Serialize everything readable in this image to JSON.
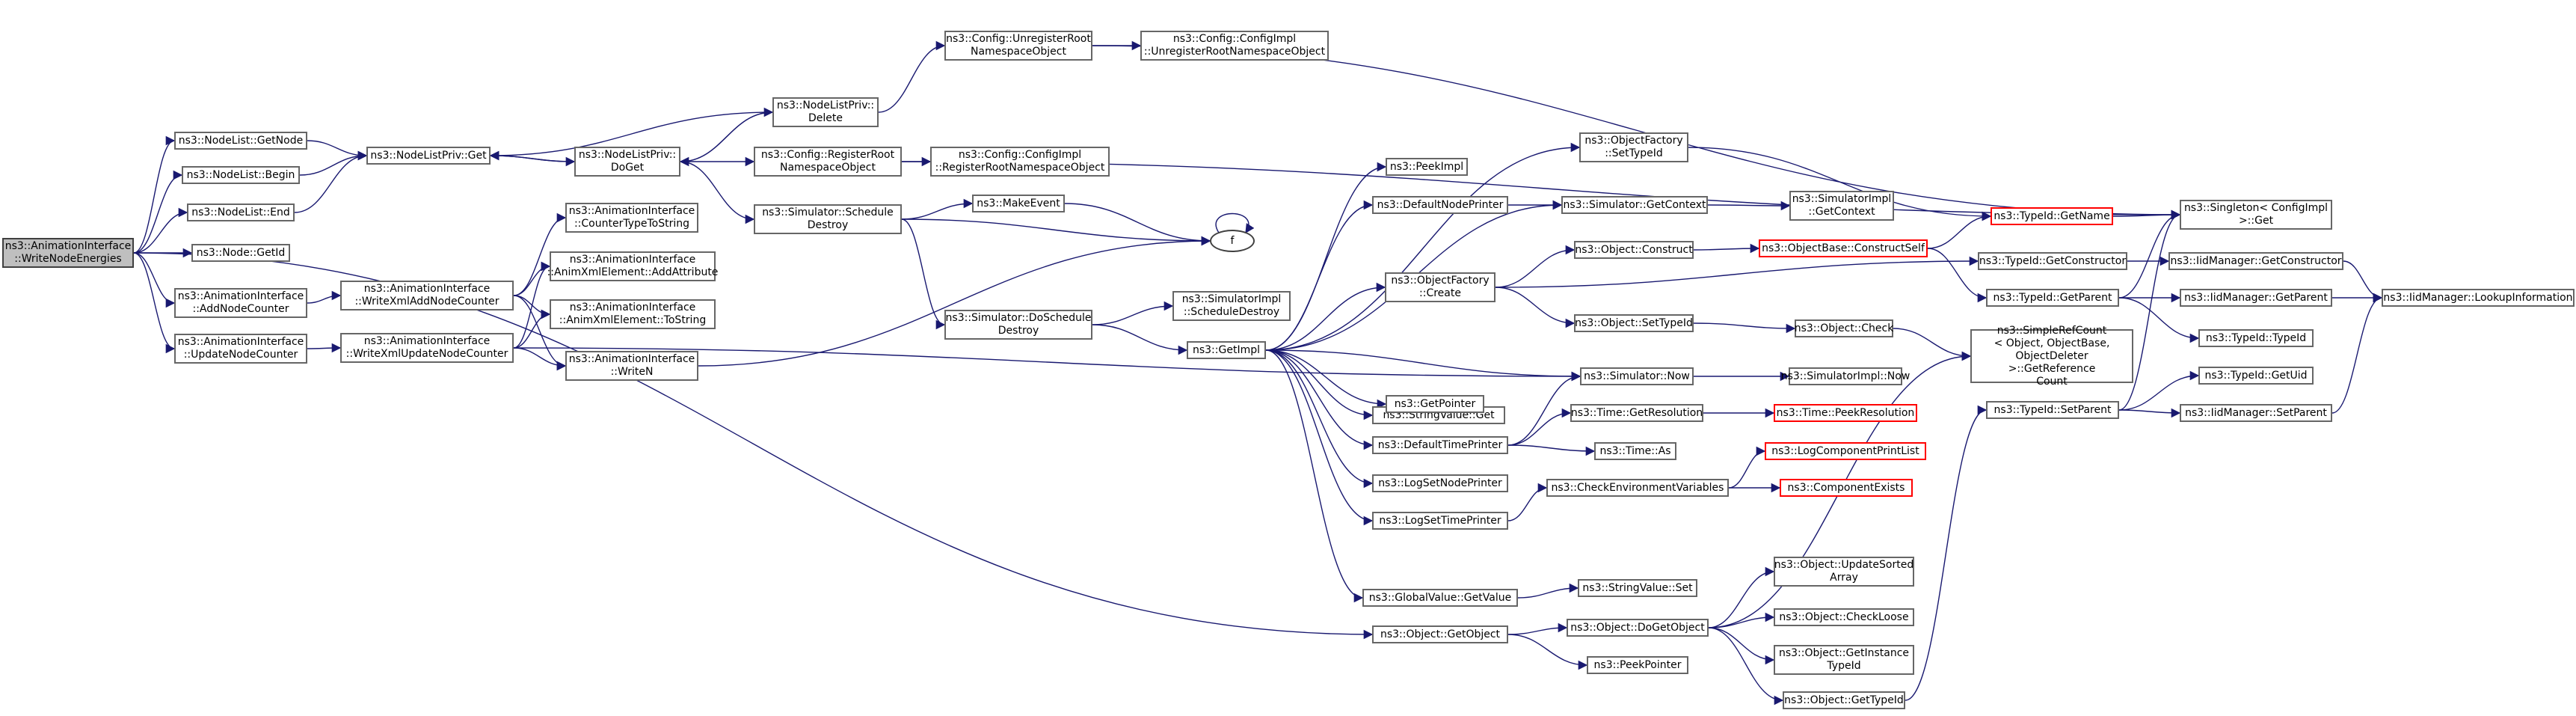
{
  "colors": {
    "edge": "#191970",
    "border": "#666666",
    "root_fill": "#bfbfbf",
    "truncated_border": "#ff0000"
  },
  "nodes": [
    {
      "id": "root",
      "label": "ns3::AnimationInterface\n::WriteNodeEnergies",
      "style": "root"
    },
    {
      "id": "nl_getnode",
      "label": "ns3::NodeList::GetNode"
    },
    {
      "id": "nl_begin",
      "label": "ns3::NodeList::Begin"
    },
    {
      "id": "nl_end",
      "label": "ns3::NodeList::End"
    },
    {
      "id": "node_getid",
      "label": "ns3::Node::GetId"
    },
    {
      "id": "ai_addnode",
      "label": "ns3::AnimationInterface\n::AddNodeCounter"
    },
    {
      "id": "ai_updatenode",
      "label": "ns3::AnimationInterface\n::UpdateNodeCounter"
    },
    {
      "id": "nlp_get",
      "label": "ns3::NodeListPriv::Get"
    },
    {
      "id": "ai_wxaddnode",
      "label": "ns3::AnimationInterface\n::WriteXmlAddNodeCounter"
    },
    {
      "id": "ai_wxupdatenode",
      "label": "ns3::AnimationInterface\n::WriteXmlUpdateNodeCounter"
    },
    {
      "id": "nlp_doget",
      "label": "ns3::NodeListPriv::\nDoGet"
    },
    {
      "id": "nlp_delete",
      "label": "ns3::NodeListPriv::\nDelete"
    },
    {
      "id": "ai_countertype",
      "label": "ns3::AnimationInterface\n::CounterTypeToString"
    },
    {
      "id": "ai_addattr",
      "label": "ns3::AnimationInterface\n::AnimXmlElement::AddAttribute"
    },
    {
      "id": "ai_tostring",
      "label": "ns3::AnimationInterface\n::AnimXmlElement::ToString"
    },
    {
      "id": "ai_writen",
      "label": "ns3::AnimationInterface\n::WriteN"
    },
    {
      "id": "cfg_unreg",
      "label": "ns3::Config::UnregisterRoot\nNamespaceObject"
    },
    {
      "id": "cfg_reg",
      "label": "ns3::Config::RegisterRoot\nNamespaceObject"
    },
    {
      "id": "sim_schedule",
      "label": "ns3::Simulator::Schedule\nDestroy"
    },
    {
      "id": "sim_doschedule",
      "label": "ns3::Simulator::DoSchedule\nDestroy"
    },
    {
      "id": "cfgimpl_unreg",
      "label": "ns3::Config::ConfigImpl\n::UnregisterRootNamespaceObject"
    },
    {
      "id": "cfgimpl_reg",
      "label": "ns3::Config::ConfigImpl\n::RegisterRootNamespaceObject"
    },
    {
      "id": "makeevent",
      "label": "ns3::MakeEvent"
    },
    {
      "id": "f",
      "label": "f",
      "style": "ellipse"
    },
    {
      "id": "simimpl_schedule",
      "label": "ns3::SimulatorImpl\n::ScheduleDestroy"
    },
    {
      "id": "getimpl",
      "label": "ns3::GetImpl"
    },
    {
      "id": "peekimpl",
      "label": "ns3::PeekImpl"
    },
    {
      "id": "defnodeprinter",
      "label": "ns3::DefaultNodePrinter"
    },
    {
      "id": "objfactory_create",
      "label": "ns3::ObjectFactory\n::Create"
    },
    {
      "id": "objfactory_settypeid",
      "label": "ns3::ObjectFactory\n::SetTypeId"
    },
    {
      "id": "stringvalue_get",
      "label": "ns3::StringValue::Get"
    },
    {
      "id": "getpointer",
      "label": "ns3::GetPointer"
    },
    {
      "id": "deftimeprinter",
      "label": "ns3::DefaultTimePrinter"
    },
    {
      "id": "logsetnodeprinter",
      "label": "ns3::LogSetNodePrinter"
    },
    {
      "id": "logsettimeprinter",
      "label": "ns3::LogSetTimePrinter"
    },
    {
      "id": "globalvalue_getvalue",
      "label": "ns3::GlobalValue::GetValue"
    },
    {
      "id": "obj_getobject",
      "label": "ns3::Object::GetObject"
    },
    {
      "id": "sim_getcontext",
      "label": "ns3::Simulator::GetContext"
    },
    {
      "id": "obj_construct",
      "label": "ns3::Object::Construct"
    },
    {
      "id": "obj_settypeid",
      "label": "ns3::Object::SetTypeId"
    },
    {
      "id": "sim_now",
      "label": "ns3::Simulator::Now"
    },
    {
      "id": "time_getres",
      "label": "ns3::Time::GetResolution"
    },
    {
      "id": "time_as",
      "label": "ns3::Time::As"
    },
    {
      "id": "checkenv",
      "label": "ns3::CheckEnvironmentVariables"
    },
    {
      "id": "stringvalue_set",
      "label": "ns3::StringValue::Set"
    },
    {
      "id": "obj_dogetobject",
      "label": "ns3::Object::DoGetObject"
    },
    {
      "id": "peekpointer",
      "label": "ns3::PeekPointer"
    },
    {
      "id": "simimpl_getcontext",
      "label": "ns3::SimulatorImpl\n::GetContext"
    },
    {
      "id": "objbase_constructself",
      "label": "ns3::ObjectBase::ConstructSelf",
      "style": "red"
    },
    {
      "id": "obj_check",
      "label": "ns3::Object::Check"
    },
    {
      "id": "simimpl_now",
      "label": "ns3::SimulatorImpl::Now"
    },
    {
      "id": "time_peekres",
      "label": "ns3::Time::PeekResolution",
      "style": "red"
    },
    {
      "id": "logcompprintlist",
      "label": "ns3::LogComponentPrintList",
      "style": "red"
    },
    {
      "id": "compexists",
      "label": "ns3::ComponentExists",
      "style": "red"
    },
    {
      "id": "obj_updatesorted",
      "label": "ns3::Object::UpdateSorted\nArray"
    },
    {
      "id": "obj_checkloose",
      "label": "ns3::Object::CheckLoose"
    },
    {
      "id": "obj_getinstancetypeid",
      "label": "ns3::Object::GetInstance\nTypeId"
    },
    {
      "id": "obj_gettypeid",
      "label": "ns3::Object::GetTypeId"
    },
    {
      "id": "typeid_getname",
      "label": "ns3::TypeId::GetName",
      "style": "red"
    },
    {
      "id": "typeid_getconstructor",
      "label": "ns3::TypeId::GetConstructor"
    },
    {
      "id": "typeid_getparent",
      "label": "ns3::TypeId::GetParent"
    },
    {
      "id": "simplerefcount",
      "label": "ns3::SimpleRefCount\n< Object, ObjectBase,\nObjectDeleter >::GetReference\nCount"
    },
    {
      "id": "typeid_setparent",
      "label": "ns3::TypeId::SetParent"
    },
    {
      "id": "singleton_get",
      "label": "ns3::Singleton< ConfigImpl\n >::Get"
    },
    {
      "id": "iidmgr_getconstructor",
      "label": "ns3::IidManager::GetConstructor"
    },
    {
      "id": "iidmgr_getparent",
      "label": "ns3::IidManager::GetParent"
    },
    {
      "id": "typeid_typeid",
      "label": "ns3::TypeId::TypeId"
    },
    {
      "id": "typeid_getuid",
      "label": "ns3::TypeId::GetUid"
    },
    {
      "id": "iidmgr_setparent",
      "label": "ns3::IidManager::SetParent"
    },
    {
      "id": "iidmgr_lookupinfo",
      "label": "ns3::IidManager::LookupInformation"
    }
  ],
  "edges": [
    [
      "root",
      "nl_getnode"
    ],
    [
      "root",
      "nl_begin"
    ],
    [
      "root",
      "nl_end"
    ],
    [
      "root",
      "node_getid"
    ],
    [
      "root",
      "ai_addnode"
    ],
    [
      "root",
      "ai_updatenode"
    ],
    [
      "root",
      "obj_getobject"
    ],
    [
      "nl_getnode",
      "nlp_get"
    ],
    [
      "nl_begin",
      "nlp_get"
    ],
    [
      "nl_end",
      "nlp_get"
    ],
    [
      "nlp_get",
      "nlp_doget"
    ],
    [
      "nlp_doget",
      "nlp_get"
    ],
    [
      "nlp_doget",
      "nlp_delete"
    ],
    [
      "nlp_delete",
      "nlp_get"
    ],
    [
      "nlp_delete",
      "nlp_doget"
    ],
    [
      "nlp_delete",
      "cfg_unreg"
    ],
    [
      "nlp_doget",
      "cfg_reg"
    ],
    [
      "nlp_doget",
      "sim_schedule"
    ],
    [
      "cfg_unreg",
      "cfgimpl_unreg"
    ],
    [
      "cfg_unreg",
      "singleton_get"
    ],
    [
      "cfg_reg",
      "cfgimpl_reg"
    ],
    [
      "cfg_reg",
      "singleton_get"
    ],
    [
      "sim_schedule",
      "makeevent"
    ],
    [
      "sim_schedule",
      "f"
    ],
    [
      "sim_schedule",
      "sim_doschedule"
    ],
    [
      "makeevent",
      "f"
    ],
    [
      "f",
      "f"
    ],
    [
      "sim_doschedule",
      "simimpl_schedule"
    ],
    [
      "sim_doschedule",
      "getimpl"
    ],
    [
      "ai_addnode",
      "ai_wxaddnode"
    ],
    [
      "ai_updatenode",
      "ai_wxupdatenode"
    ],
    [
      "ai_wxaddnode",
      "ai_countertype"
    ],
    [
      "ai_wxaddnode",
      "ai_addattr"
    ],
    [
      "ai_wxaddnode",
      "ai_tostring"
    ],
    [
      "ai_wxaddnode",
      "ai_writen"
    ],
    [
      "ai_wxupdatenode",
      "ai_addattr"
    ],
    [
      "ai_wxupdatenode",
      "ai_tostring"
    ],
    [
      "ai_wxupdatenode",
      "ai_writen"
    ],
    [
      "ai_wxupdatenode",
      "sim_now"
    ],
    [
      "ai_writen",
      "f"
    ],
    [
      "getimpl",
      "peekimpl"
    ],
    [
      "getimpl",
      "defnodeprinter"
    ],
    [
      "getimpl",
      "objfactory_create"
    ],
    [
      "getimpl",
      "objfactory_settypeid"
    ],
    [
      "getimpl",
      "stringvalue_get"
    ],
    [
      "getimpl",
      "getpointer"
    ],
    [
      "getimpl",
      "deftimeprinter"
    ],
    [
      "getimpl",
      "logsetnodeprinter"
    ],
    [
      "getimpl",
      "logsettimeprinter"
    ],
    [
      "getimpl",
      "globalvalue_getvalue"
    ],
    [
      "getimpl",
      "sim_getcontext"
    ],
    [
      "getimpl",
      "sim_now"
    ],
    [
      "defnodeprinter",
      "sim_getcontext"
    ],
    [
      "sim_getcontext",
      "simimpl_getcontext"
    ],
    [
      "objfactory_create",
      "obj_construct"
    ],
    [
      "objfactory_create",
      "obj_settypeid"
    ],
    [
      "objfactory_create",
      "typeid_getconstructor"
    ],
    [
      "objfactory_settypeid",
      "typeid_getname"
    ],
    [
      "obj_construct",
      "objbase_constructself"
    ],
    [
      "objbase_constructself",
      "typeid_getname"
    ],
    [
      "objbase_constructself",
      "typeid_getparent"
    ],
    [
      "obj_settypeid",
      "obj_check"
    ],
    [
      "obj_check",
      "simplerefcount"
    ],
    [
      "deftimeprinter",
      "sim_now"
    ],
    [
      "deftimeprinter",
      "time_getres"
    ],
    [
      "deftimeprinter",
      "time_as"
    ],
    [
      "sim_now",
      "simimpl_now"
    ],
    [
      "time_getres",
      "time_peekres"
    ],
    [
      "logsettimeprinter",
      "checkenv"
    ],
    [
      "checkenv",
      "logcompprintlist"
    ],
    [
      "checkenv",
      "compexists"
    ],
    [
      "globalvalue_getvalue",
      "stringvalue_set"
    ],
    [
      "obj_getobject",
      "obj_dogetobject"
    ],
    [
      "obj_getobject",
      "peekpointer"
    ],
    [
      "obj_dogetobject",
      "obj_updatesorted"
    ],
    [
      "obj_dogetobject",
      "obj_checkloose"
    ],
    [
      "obj_dogetobject",
      "obj_getinstancetypeid"
    ],
    [
      "obj_dogetobject",
      "obj_gettypeid"
    ],
    [
      "obj_dogetobject",
      "simplerefcount"
    ],
    [
      "obj_gettypeid",
      "typeid_setparent"
    ],
    [
      "typeid_getname",
      "singleton_get"
    ],
    [
      "typeid_getconstructor",
      "iidmgr_getconstructor"
    ],
    [
      "typeid_getparent",
      "iidmgr_getparent"
    ],
    [
      "typeid_getparent",
      "typeid_typeid"
    ],
    [
      "typeid_getparent",
      "singleton_get"
    ],
    [
      "typeid_setparent",
      "typeid_getuid"
    ],
    [
      "typeid_setparent",
      "iidmgr_setparent"
    ],
    [
      "typeid_setparent",
      "singleton_get"
    ],
    [
      "iidmgr_getconstructor",
      "iidmgr_lookupinfo"
    ],
    [
      "iidmgr_getparent",
      "iidmgr_lookupinfo"
    ],
    [
      "iidmgr_setparent",
      "iidmgr_lookupinfo"
    ]
  ]
}
